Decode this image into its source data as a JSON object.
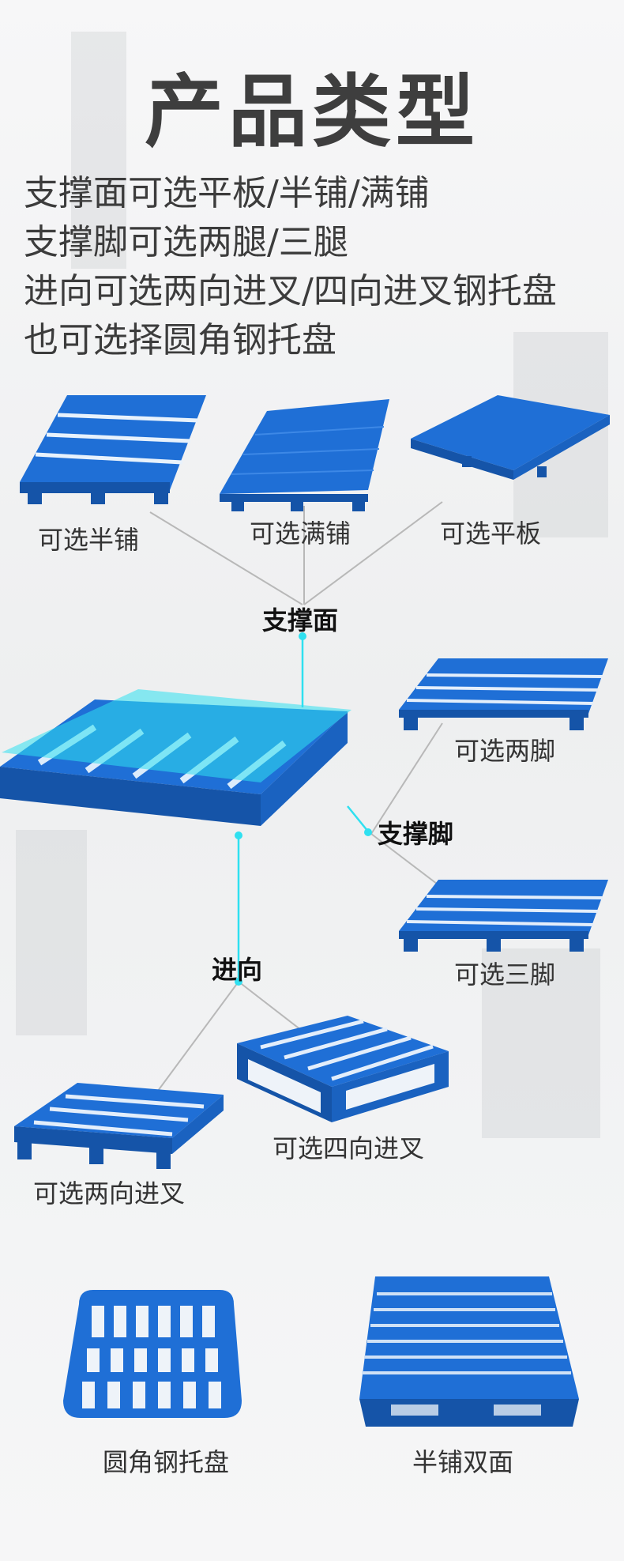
{
  "title": "产品类型",
  "description": [
    "支撑面可选平板/半铺/满铺",
    "支撑脚可选两腿/三腿",
    "进向可选两向进叉/四向进叉钢托盘",
    "也可选择圆角钢托盘"
  ],
  "support_surface": {
    "hub_label": "支撑面",
    "options": [
      "可选半铺",
      "可选满铺",
      "可选平板"
    ]
  },
  "support_feet": {
    "hub_label": "支撑脚",
    "options": [
      "可选两脚",
      "可选三脚"
    ]
  },
  "entry": {
    "hub_label": "进向",
    "options": [
      "可选四向进叉",
      "可选两向进叉"
    ]
  },
  "bottom_products": [
    "圆角钢托盘",
    "半铺双面"
  ],
  "colors": {
    "pallet_blue": "#1f6fd6",
    "pallet_dark": "#1554a8",
    "highlight_cyan": "#2fe0f0",
    "connector_gray": "#b8b8b8"
  }
}
